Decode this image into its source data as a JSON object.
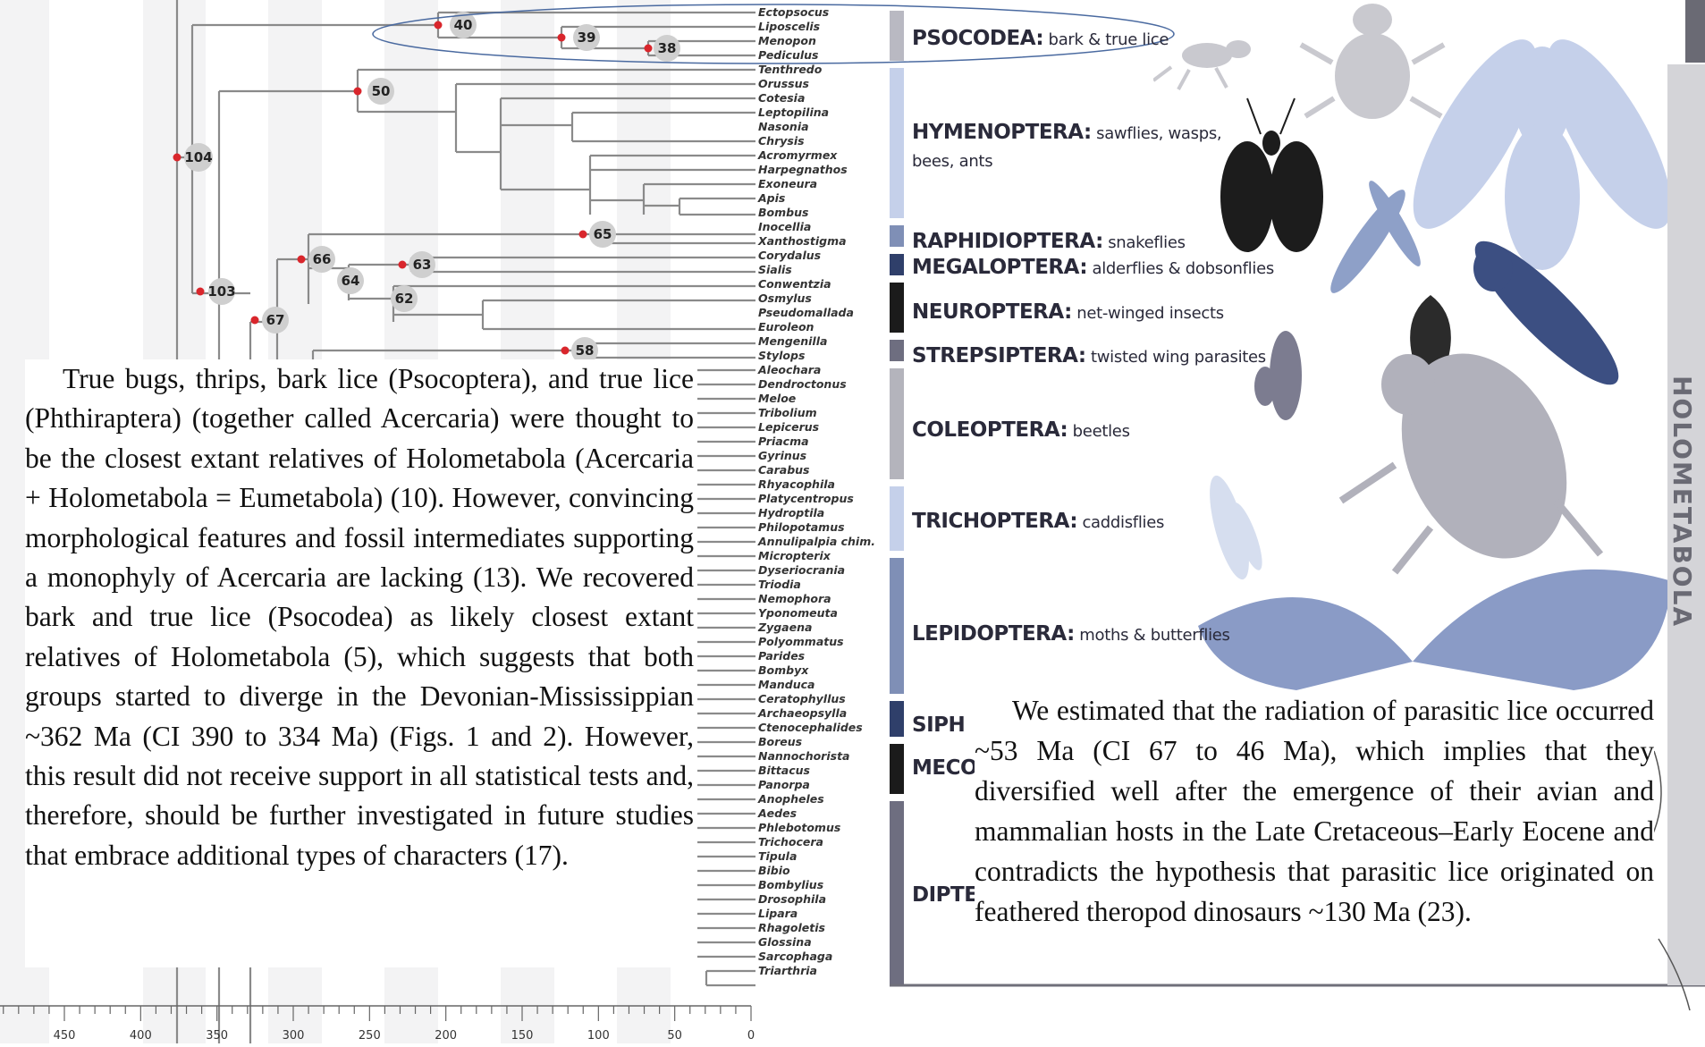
{
  "taxa": [
    "Ectopsocus",
    "Liposcelis",
    "Menopon",
    "Pediculus",
    "Tenthredo",
    "Orussus",
    "Cotesia",
    "Leptopilina",
    "Nasonia",
    "Chrysis",
    "Acromyrmex",
    "Harpegnathos",
    "Exoneura",
    "Apis",
    "Bombus",
    "Inocellia",
    "Xanthostigma",
    "Corydalus",
    "Sialis",
    "Conwentzia",
    "Osmylus",
    "Pseudomallada",
    "Euroleon",
    "Mengenilla",
    "Stylops",
    "Aleochara",
    "Dendroctonus",
    "Meloe",
    "Tribolium",
    "Lepicerus",
    "Priacma",
    "Gyrinus",
    "Carabus",
    "Rhyacophila",
    "Platycentropus",
    "Hydroptila",
    "Philopotamus",
    "Annulipalpia chim.",
    "Micropterix",
    "Dyseriocrania",
    "Triodia",
    "Nemophora",
    "Yponomeuta",
    "Zygaena",
    "Polyommatus",
    "Parides",
    "Bombyx",
    "Manduca",
    "Ceratophyllus",
    "Archaeopsylla",
    "Ctenocephalides",
    "Boreus",
    "Nannochorista",
    "Bittacus",
    "Panorpa",
    "Anopheles",
    "Aedes",
    "Phlebotomus",
    "Trichocera",
    "Tipula",
    "Bibio",
    "Bombylius",
    "Drosophila",
    "Lipara",
    "Rhagoletis",
    "Glossina",
    "Sarcophaga",
    "Triarthria"
  ],
  "nodes": [
    "40",
    "39",
    "38",
    "50",
    "104",
    "65",
    "66",
    "63",
    "64",
    "62",
    "103",
    "67",
    "58"
  ],
  "orders": [
    {
      "head": "PSOCODEA:",
      "desc": " bark & true lice",
      "color": "#b9b9c2"
    },
    {
      "head": "HYMENOPTERA:",
      "desc": " sawflies, wasps,",
      "desc2": "bees, ants",
      "color": "#c5d0ea"
    },
    {
      "head": "RAPHIDIOPTERA:",
      "desc": " snakeflies",
      "color": "#7f8fb6"
    },
    {
      "head": "MEGALOPTERA:",
      "desc": " alderflies & dobsonflies",
      "color": "#2f3f6a"
    },
    {
      "head": "NEUROPTERA:",
      "desc": " net-winged insects",
      "color": "#1b1b1b"
    },
    {
      "head": "STREPSIPTERA:",
      "desc": " twisted wing parasites",
      "color": "#6e6e80"
    },
    {
      "head": "COLEOPTERA:",
      "desc": " beetles",
      "color": "#b4b4bc"
    },
    {
      "head": "TRICHOPTERA:",
      "desc": " caddisflies",
      "color": "#c5d0ea"
    },
    {
      "head": "LEPIDOPTERA:",
      "desc": " moths & butterflies",
      "color": "#7f8fb6"
    },
    {
      "head": "SIPH",
      "desc": "",
      "color": "#2f3f6a"
    },
    {
      "head": "MECO",
      "desc": "",
      "color": "#1b1b1b"
    },
    {
      "head": "DIPTE",
      "desc": "",
      "color": "#6e6e80"
    }
  ],
  "superorder": "HOLOMETABOLA",
  "axis_ticks": [
    "450",
    "400",
    "350",
    "300",
    "250",
    "200",
    "150",
    "100",
    "50",
    "0"
  ],
  "para_left": "True bugs, thrips, bark lice (Psocoptera), and true lice (Phthiraptera) (together called Acercaria) were thought to be the closest extant relatives of Holometabola (Acercaria + Holometabola = Eumetabola) (10). However, convincing morphological features and fossil intermediates supporting a monophyly of Acercaria are lacking (13). We recovered bark and true lice (Psocodea) as likely closest extant relatives of Holometabola (5), which suggests that both groups started to diverge in the Devonian-Mississippian ~362 Ma (CI 390 to 334 Ma) (Figs. 1 and 2). However, this result did not receive support in all statistical tests and, therefore, should be further investigated in future studies that embrace additional types of characters (17).",
  "para_right": "We estimated that the radiation of parasitic lice occurred ~53 Ma (CI 67 to 46 Ma), which implies that they diversified well after the emergence of their avian and mammalian hosts in the Late Cretaceous–Early Eocene and contradicts the hypothesis that parasitic lice originated on feathered theropod dinosaurs ~130 Ma (23).",
  "colors": {
    "node_dot": "#d9262c",
    "node_circle": "#cfcfcf",
    "branch": "#8a8a8a",
    "highlight": "#4a6aa0",
    "rule": "#6f6f7a"
  }
}
